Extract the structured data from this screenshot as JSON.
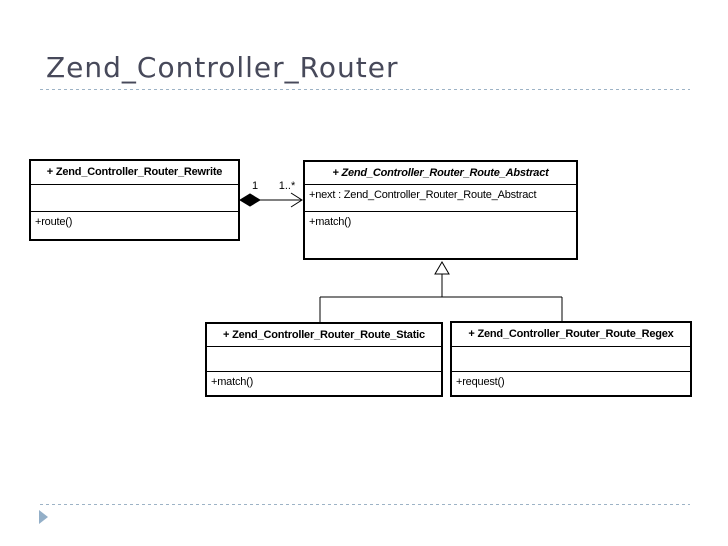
{
  "slide": {
    "title": "Zend_Controller_Router"
  },
  "diagram": {
    "classes": [
      {
        "name": "+ Zend_Controller_Router_Rewrite",
        "abstract": false,
        "attributes": [],
        "methods": [
          "+route()"
        ]
      },
      {
        "name": "+ Zend_Controller_Router_Route_Abstract",
        "abstract": true,
        "attributes": [
          "+next : Zend_Controller_Router_Route_Abstract"
        ],
        "methods": [
          "+match()"
        ]
      },
      {
        "name": "+ Zend_Controller_Router_Route_Static",
        "abstract": false,
        "attributes": [],
        "methods": [
          "+match()"
        ]
      },
      {
        "name": "+ Zend_Controller_Router_Route_Regex",
        "abstract": false,
        "attributes": [],
        "methods": [
          "+request()"
        ]
      }
    ],
    "composition": {
      "source_multiplicity": "1",
      "target_multiplicity": "1..*"
    }
  },
  "colors": {
    "title_text": "#47495a",
    "divider_dash": "#9db3c6",
    "footer_arrow": "#93afc8",
    "diagram_stroke": "#000000",
    "background": "#ffffff"
  }
}
